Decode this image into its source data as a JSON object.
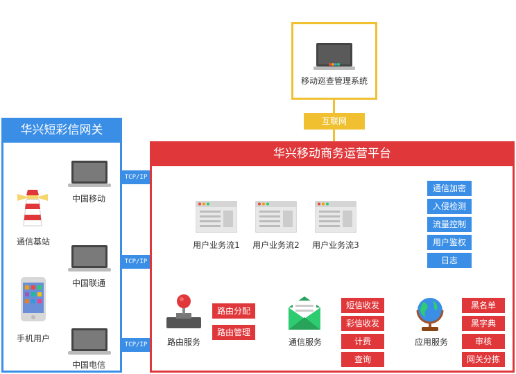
{
  "top_system": {
    "label": "移动巡查管理系统"
  },
  "connector": {
    "label": "互联网"
  },
  "gateway": {
    "title": "华兴短彩信网关",
    "nodes": [
      {
        "label": "通信基站"
      },
      {
        "label": "手机用户"
      }
    ],
    "carriers": [
      {
        "label": "中国移动"
      },
      {
        "label": "中国联通"
      },
      {
        "label": "中国电信"
      }
    ]
  },
  "tcp_labels": [
    "TCP/IP",
    "TCP/IP",
    "TCP/IP"
  ],
  "platform": {
    "title": "华兴移动商务运营平台",
    "flows": [
      "用户业务流1",
      "用户业务流2",
      "用户业务流3"
    ],
    "security": [
      "通信加密",
      "入侵检测",
      "流量控制",
      "用户鉴权",
      "日志"
    ],
    "routing": {
      "label": "路由服务",
      "items": [
        "路由分配",
        "路由管理"
      ]
    },
    "comm": {
      "label": "通信服务",
      "items": [
        "短信收发",
        "彩信收发",
        "计费",
        "查询"
      ]
    },
    "app": {
      "label": "应用服务",
      "items": [
        "黑名单",
        "黑字典",
        "审核",
        "网关分拣"
      ]
    }
  },
  "colors": {
    "blue": "#3a8ee6",
    "red": "#e0373a",
    "yellow": "#f0c030"
  }
}
